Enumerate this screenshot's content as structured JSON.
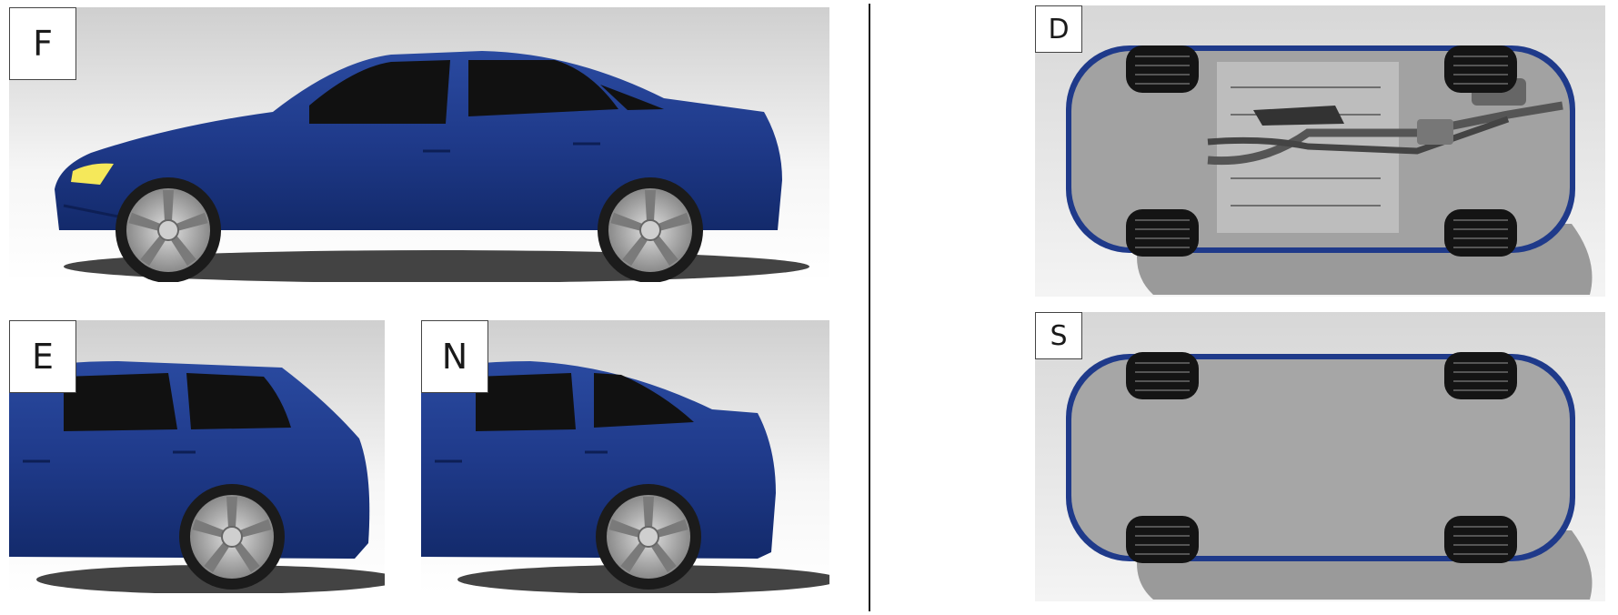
{
  "figure": {
    "panels": [
      {
        "label": "F",
        "view": "side-view-full-car"
      },
      {
        "label": "E",
        "view": "side-view-rear-estate"
      },
      {
        "label": "N",
        "view": "side-view-rear-notchback"
      },
      {
        "label": "D",
        "view": "underbody-detailed"
      },
      {
        "label": "S",
        "view": "underbody-smooth"
      }
    ]
  },
  "colors": {
    "body_blue": "#1f3a8a",
    "body_dark": "#132a6b",
    "glass": "#111111",
    "underbody_gray": "#9e9e9e",
    "background_top": "#cfcfcf",
    "background_bottom": "#ffffff"
  }
}
